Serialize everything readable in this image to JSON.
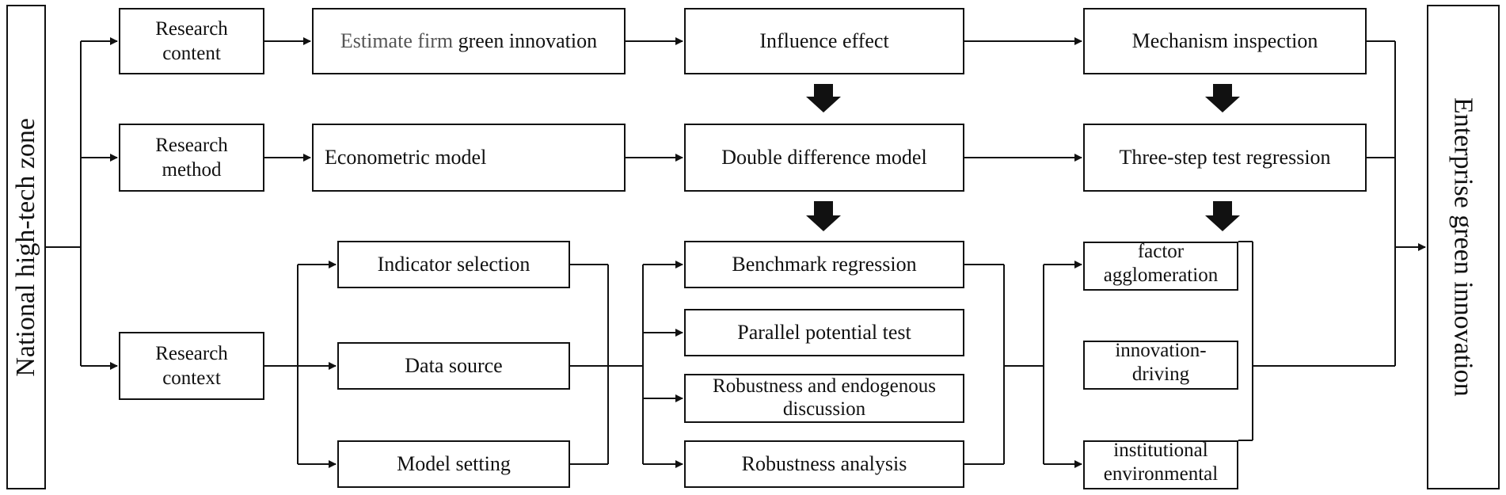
{
  "side_left": "National high-tech zone",
  "side_right": "Enterprise green innovation",
  "research": {
    "content": "Research\ncontent",
    "method": "Research\nmethod",
    "context": "Research\ncontext"
  },
  "row1": {
    "estimate_a": "Estimate firm ",
    "estimate_b": "green innovation",
    "influence": "Influence effect",
    "mechanism": "Mechanism inspection"
  },
  "row2": {
    "econometric": "Econometric model",
    "double_diff": "Double difference model",
    "three_step": "Three-step test regression"
  },
  "context_items": {
    "indicator": "Indicator selection",
    "data_source": "Data source",
    "model_setting": "Model setting"
  },
  "analysis_items": {
    "benchmark": "Benchmark regression",
    "parallel": "Parallel potential test",
    "robust_endo": "Robustness and endogenous\ndiscussion",
    "robust_analysis": "Robustness analysis"
  },
  "mechanism_items": {
    "factor": "factor\nagglomeration",
    "innovation": "innovation-\ndriving",
    "institutional": "institutional\nenvironmental"
  }
}
